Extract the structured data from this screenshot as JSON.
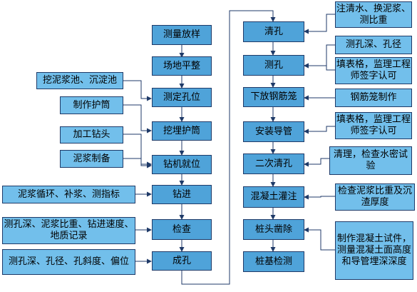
{
  "left_column": [
    "测量放样",
    "场地平整",
    "测定孔位",
    "挖埋护筒",
    "钻机就位",
    "钻进",
    "检查",
    "成孔"
  ],
  "middle_column": [
    "清孔",
    "测孔",
    "下放钢筋笼",
    "安装导管",
    "二次清孔",
    "混凝土灌注",
    "桩头凿除",
    "桩基检测"
  ],
  "left_side": [
    "挖泥浆池、沉淀池",
    "制作护筒",
    "加工钻头",
    "泥浆制备",
    "泥浆循环、补浆、测指标",
    "测孔深、泥浆比重、钻进速度、地质记录",
    "测孔深、孔径、孔斜度、偏位"
  ],
  "right_side": [
    "注清水、换泥浆、测比重",
    "测孔深、孔径",
    "填表格，监理工程师签字认可",
    "钢筋笼制作",
    "填表格，监理工程师签字认可",
    "清理，检查水密试验",
    "检查泥浆比重及沉渣厚度",
    "制作混凝土试件，测量混凝土面高度和导管埋深深度"
  ]
}
